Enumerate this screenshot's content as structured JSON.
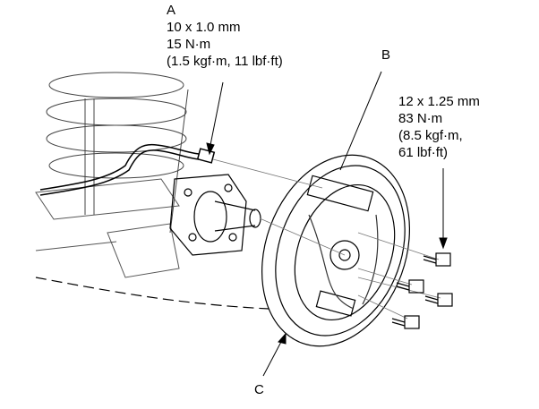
{
  "callouts": {
    "a": {
      "letter": "A",
      "size": "10 x 1.0 mm",
      "torque": "15 N·m",
      "torque_alt": "(1.5 kgf·m, 11 lbf·ft)"
    },
    "b": {
      "letter": "B"
    },
    "c": {
      "letter": "C"
    },
    "bolts": {
      "size": "12 x 1.25 mm",
      "torque": "83 N·m",
      "torque_alt_1": "(8.5 kgf·m,",
      "torque_alt_2": "61 lbf·ft)"
    }
  }
}
